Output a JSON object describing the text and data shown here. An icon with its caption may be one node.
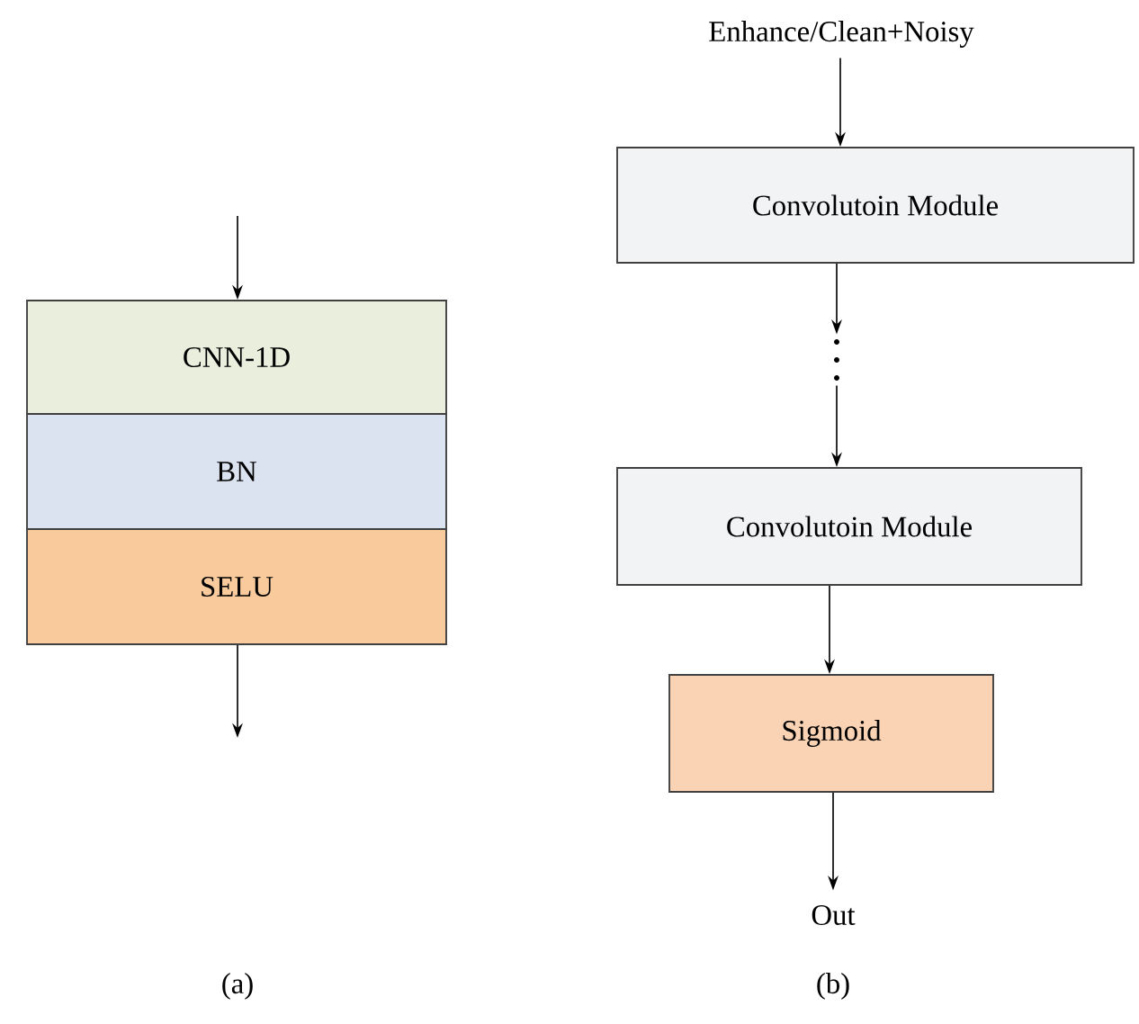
{
  "diagram": {
    "nodes": [
      {
        "text": [
          "CNN-1D"
        ]
      },
      {
        "text": [
          "BN"
        ]
      },
      {
        "text": [
          "SELU"
        ]
      },
      {
        "text": [
          "Enhance/Clean+Noisy"
        ]
      },
      {
        "text": [
          "Convolutoin Module"
        ]
      },
      {
        "text": [],
        "shape": "dots"
      },
      {
        "text": [
          "Convolutoin Module"
        ]
      },
      {
        "text": [
          "Sigmoid"
        ]
      },
      {
        "text": [
          "Out"
        ]
      }
    ],
    "edges": [
      {
        "from": null,
        "to": 0,
        "arrow": "to"
      },
      {
        "from": 2,
        "to": null,
        "arrow": "to"
      },
      {
        "from": 3,
        "to": 4,
        "arrow": "to"
      },
      {
        "from": 4,
        "to": 5,
        "arrow": "to"
      },
      {
        "from": 5,
        "to": 6,
        "arrow": "to"
      },
      {
        "from": 6,
        "to": 7,
        "arrow": "to"
      },
      {
        "from": 7,
        "to": 8,
        "arrow": "to"
      }
    ],
    "labels": [
      "(a)",
      "(b)"
    ]
  }
}
